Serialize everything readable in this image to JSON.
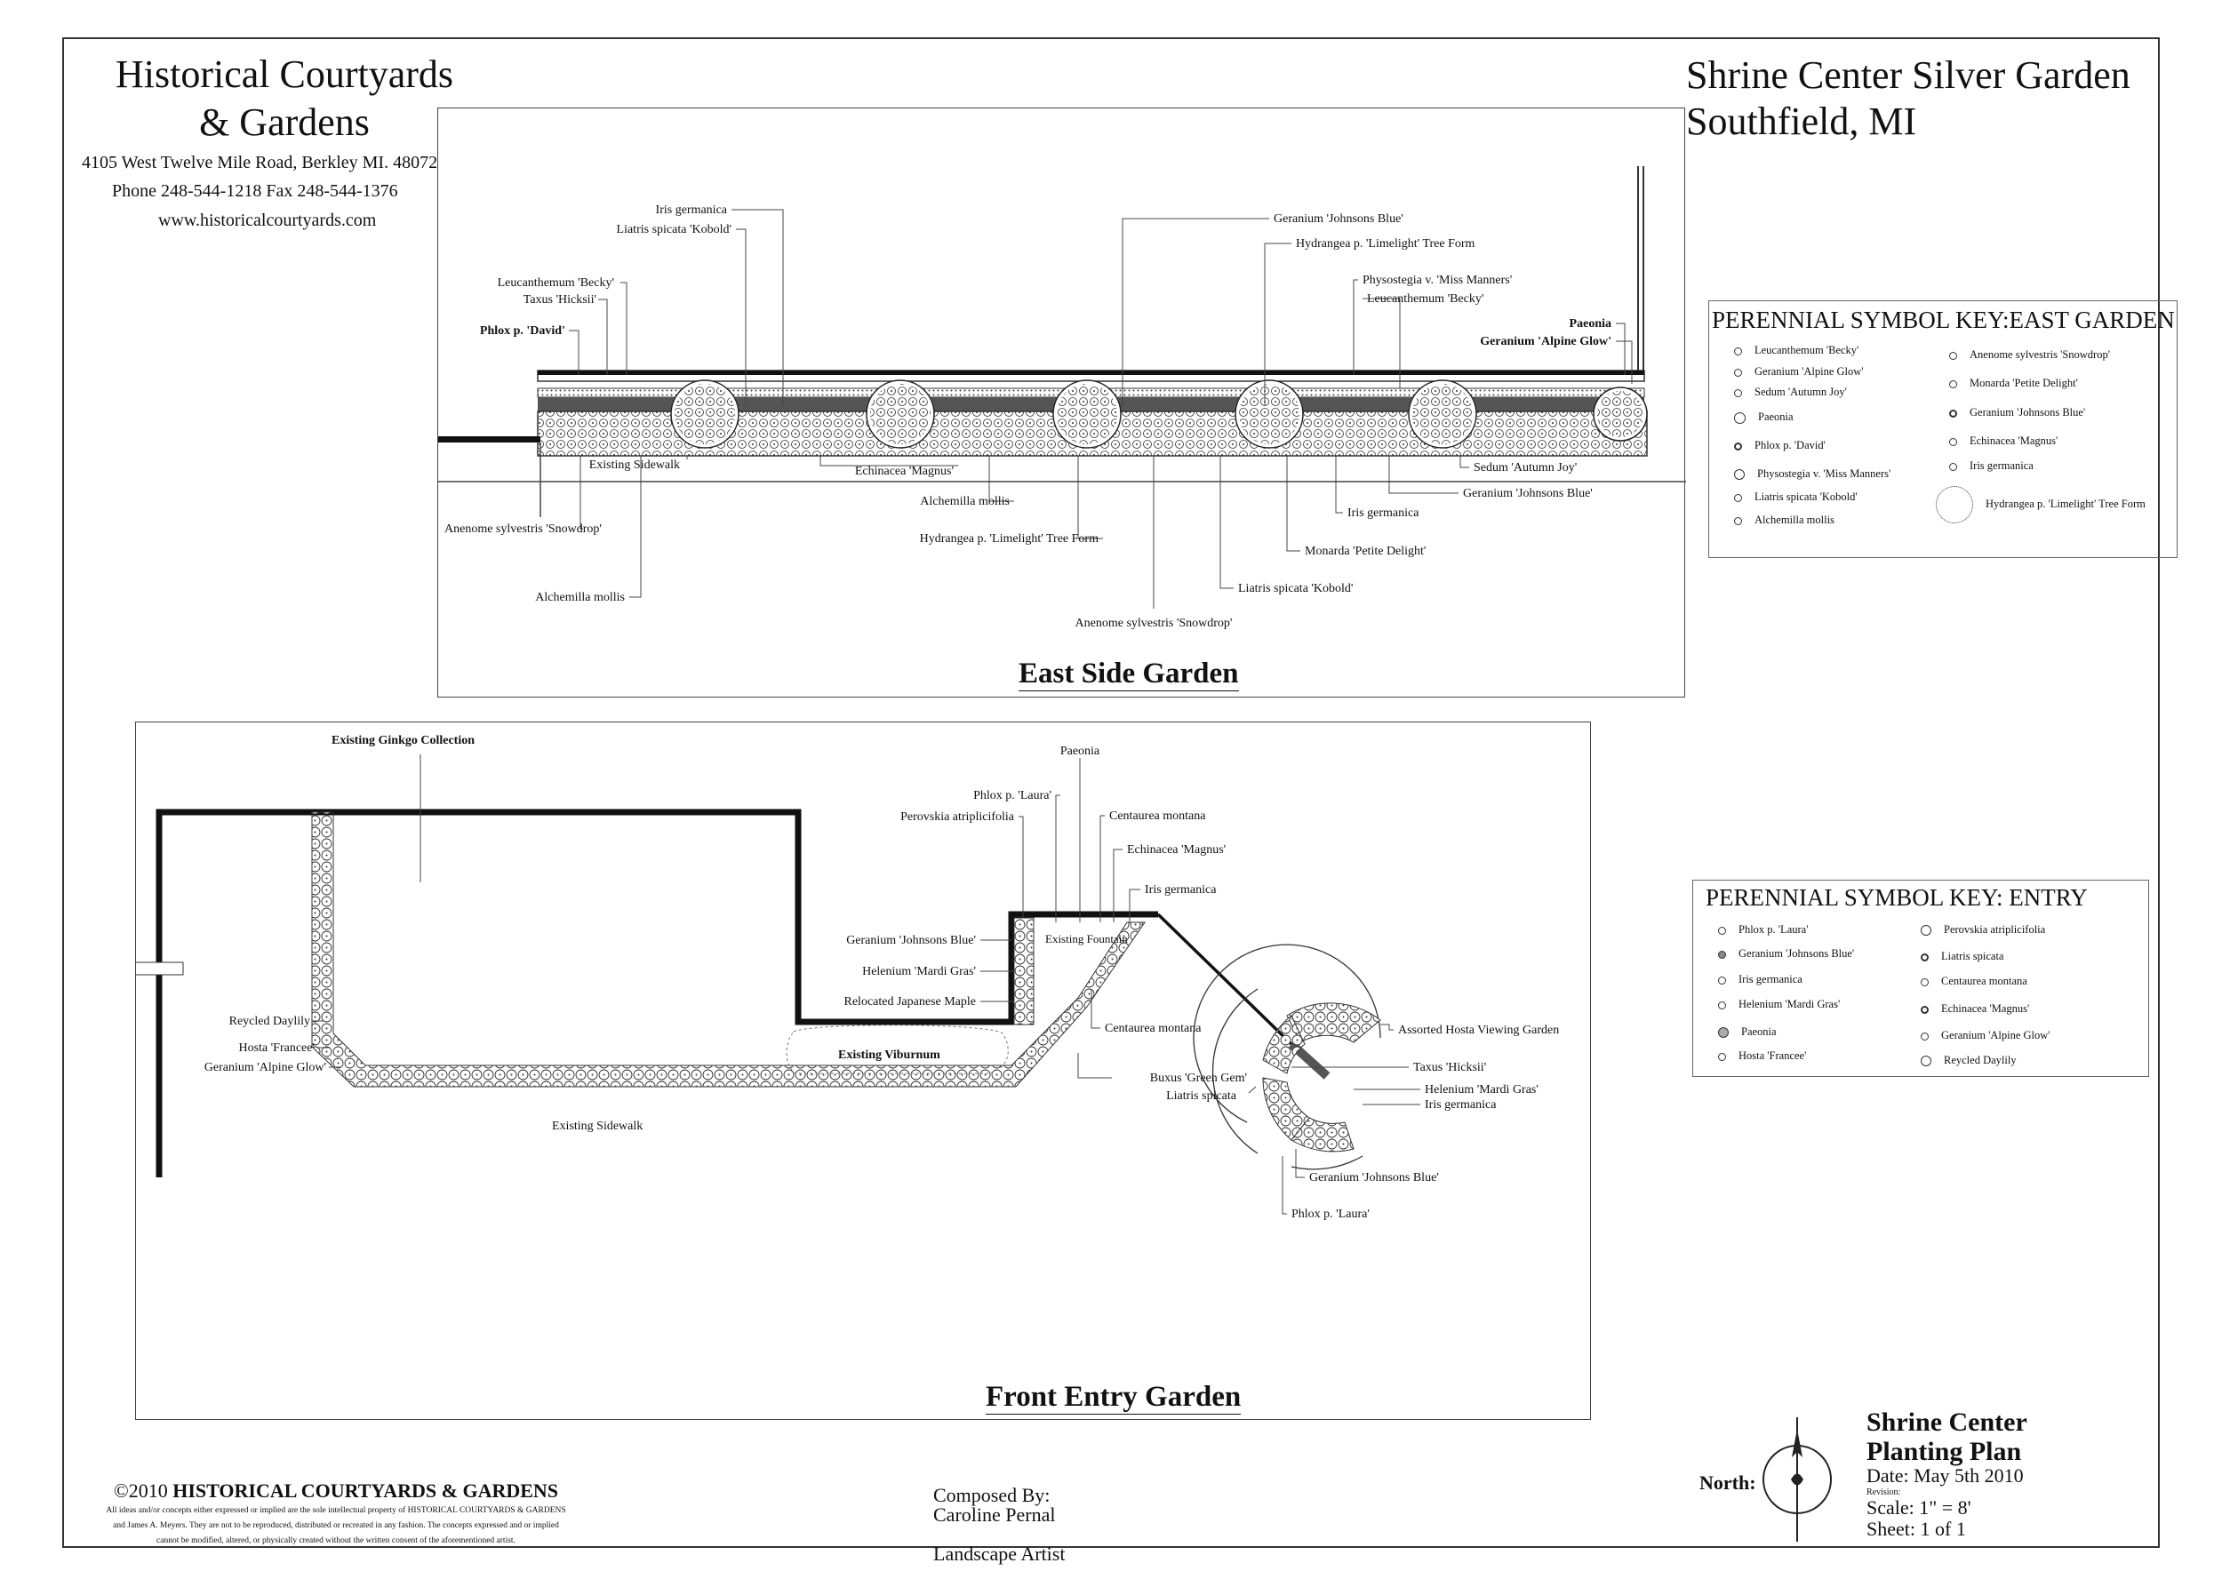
{
  "header": {
    "company_line1": "Historical Courtyards",
    "company_line2": "& Gardens",
    "address": "4105 West Twelve Mile Road, Berkley MI. 48072",
    "phone": "Phone 248-544-1218    Fax  248-544-1376",
    "web": "www.historicalcourtyards.com",
    "site_line1": "Shrine Center Silver Garden",
    "site_line2": "Southfield, MI"
  },
  "east_garden": {
    "title": "East Side Garden",
    "labels": [
      "Iris germanica",
      "Liatris spicata 'Kobold'",
      "Leucanthemum 'Becky'",
      "Taxus 'Hicksii'",
      "Phlox p. 'David'",
      "Geranium 'Johnsons Blue'",
      "Hydrangea p. 'Limelight' Tree Form",
      "Physostegia v. 'Miss Manners'",
      "Leucanthemum 'Becky'",
      "Paeonia",
      "Geranium 'Alpine Glow'",
      "Existing Sidewalk",
      "Echinacea 'Magnus'",
      "Alchemilla mollis",
      "Hydrangea p. 'Limelight' Tree Form",
      "Anenome sylvestris 'Snowdrop'",
      "Alchemilla mollis",
      "Anenome sylvestris 'Snowdrop'",
      "Liatris spicata 'Kobold'",
      "Monarda 'Petite Delight'",
      "Iris germanica",
      "Geranium 'Johnsons Blue'",
      "Sedum 'Autumn Joy'"
    ]
  },
  "entry_garden": {
    "title": "Front Entry Garden",
    "labels": [
      "Existing Ginkgo Collection",
      "Paeonia",
      "Phlox p. 'Laura'",
      "Perovskia atriplicifolia",
      "Centaurea montana",
      "Echinacea 'Magnus'",
      "Iris germanica",
      "Geranium 'Johnsons Blue'",
      "Existing Fountain",
      "Helenium 'Mardi Gras'",
      "Relocated Japanese Maple",
      "Existing Viburnum",
      "Centaurea montana",
      "Assorted Hosta Viewing Garden",
      "Reycled Daylily",
      "Hosta 'Francee'",
      "Geranium 'Alpine Glow'",
      "Existing Sidewalk",
      "Buxus 'Green Gem'",
      "Liatris spicata",
      "Taxus 'Hicksii'",
      "Helenium 'Mardi Gras'",
      "Iris germanica",
      "Geranium 'Johnsons Blue'",
      "Phlox p. 'Laura'"
    ]
  },
  "key_east": {
    "title": "PERENNIAL SYMBOL KEY:EAST GARDEN",
    "col1": [
      "Leucanthemum 'Becky'",
      "Geranium 'Alpine Glow'",
      "Sedum 'Autumn Joy'",
      "Paeonia",
      "Phlox p. 'David'",
      "Physostegia v. 'Miss Manners'",
      "Liatris spicata 'Kobold'",
      "Alchemilla mollis"
    ],
    "col2": [
      "Anenome sylvestris 'Snowdrop'",
      "Monarda 'Petite Delight'",
      "Geranium 'Johnsons Blue'",
      "Echinacea 'Magnus'",
      "Iris germanica"
    ],
    "tree": "Hydrangea p. 'Limelight' Tree Form"
  },
  "key_entry": {
    "title": "PERENNIAL SYMBOL KEY: ENTRY",
    "col1": [
      "Phlox p. 'Laura'",
      "Geranium 'Johnsons Blue'",
      "Iris germanica",
      "Helenium 'Mardi Gras'",
      "Paeonia",
      "Hosta 'Francee'"
    ],
    "col2": [
      "Perovskia atriplicifolia",
      "Liatris spicata",
      "Centaurea montana",
      "Echinacea 'Magnus'",
      "Geranium 'Alpine Glow'",
      "Reycled Daylily"
    ]
  },
  "footer": {
    "copyright": "©2010",
    "copyright_name": "HISTORICAL COURTYARDS & GARDENS",
    "legal_1": "All ideas and/or concepts either expressed or implied are the sole intellectual property of HISTORICAL COURTYARDS & GARDENS",
    "legal_2": "and James A. Meyers.  They are not to be reproduced, distributed or recreated in any fashion.  The concepts expressed and or implied",
    "legal_3": "cannot be modified, altered, or physically created without the written consent of the aforementioned artist.",
    "composed_label": "Composed By:",
    "composer": "Caroline Pernal",
    "role": "Landscape Artist",
    "north_label": "North:",
    "sheet_title_1": "Shrine Center",
    "sheet_title_2": "Planting Plan",
    "date": "Date:  May 5th 2010",
    "revision": "Revision:",
    "scale": "Scale:  1\" = 8'",
    "sheet": "Sheet:  1 of 1"
  }
}
